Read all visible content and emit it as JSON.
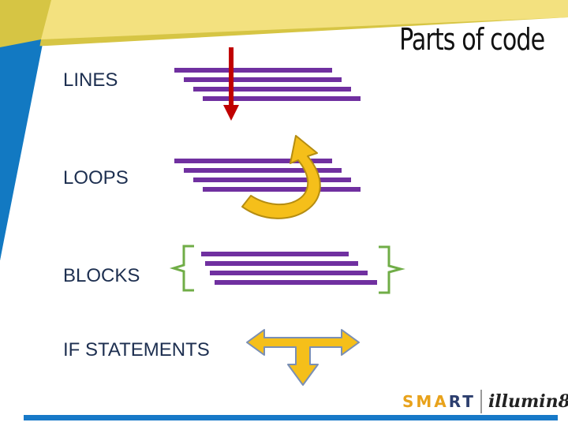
{
  "slide": {
    "title": "Parts of code",
    "labels": {
      "lines": "LINES",
      "loops": "LOOPS",
      "blocks": "BLOCKS",
      "if_statements": "IF STATEMENTS"
    }
  },
  "logo": {
    "smart_prefix": "SMA",
    "smart_suffix": "RT",
    "illumin": "illumin8"
  },
  "colors": {
    "code_line": "#7030a0",
    "arrow_red": "#c00000",
    "loop_arrow": "#f5bf1a",
    "bracket_green": "#70ad47",
    "if_arrow": "#f5bf1a",
    "banner_blue": "#1279c2",
    "banner_yellow": "#d6c544",
    "bottom_bar": "#1779c8"
  }
}
